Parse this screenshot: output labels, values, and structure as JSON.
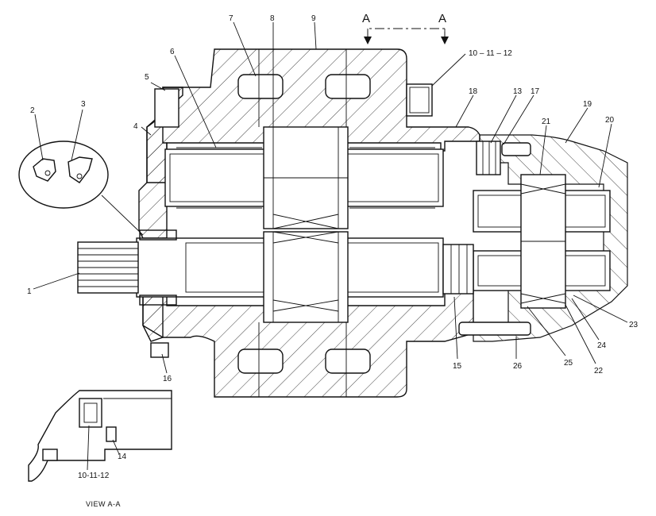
{
  "section_marks": {
    "left": "A",
    "right": "A"
  },
  "callouts": [
    {
      "id": "c1",
      "text": "1"
    },
    {
      "id": "c2",
      "text": "2"
    },
    {
      "id": "c3",
      "text": "3"
    },
    {
      "id": "c4",
      "text": "4"
    },
    {
      "id": "c5",
      "text": "5"
    },
    {
      "id": "c6",
      "text": "6"
    },
    {
      "id": "c7",
      "text": "7"
    },
    {
      "id": "c8",
      "text": "8"
    },
    {
      "id": "c9",
      "text": "9"
    },
    {
      "id": "c10",
      "text": "10 – 11 – 12"
    },
    {
      "id": "c13",
      "text": "13"
    },
    {
      "id": "c14",
      "text": "14"
    },
    {
      "id": "c15",
      "text": "15"
    },
    {
      "id": "c16",
      "text": "16"
    },
    {
      "id": "c17",
      "text": "17"
    },
    {
      "id": "c18",
      "text": "18"
    },
    {
      "id": "c19",
      "text": "19"
    },
    {
      "id": "c20",
      "text": "20"
    },
    {
      "id": "c21",
      "text": "21"
    },
    {
      "id": "c22",
      "text": "22"
    },
    {
      "id": "c23",
      "text": "23"
    },
    {
      "id": "c24",
      "text": "24"
    },
    {
      "id": "c25",
      "text": "25"
    },
    {
      "id": "c26",
      "text": "26"
    },
    {
      "id": "c10b",
      "text": "10-11-12"
    }
  ],
  "view_caption": "VIEW A-A"
}
